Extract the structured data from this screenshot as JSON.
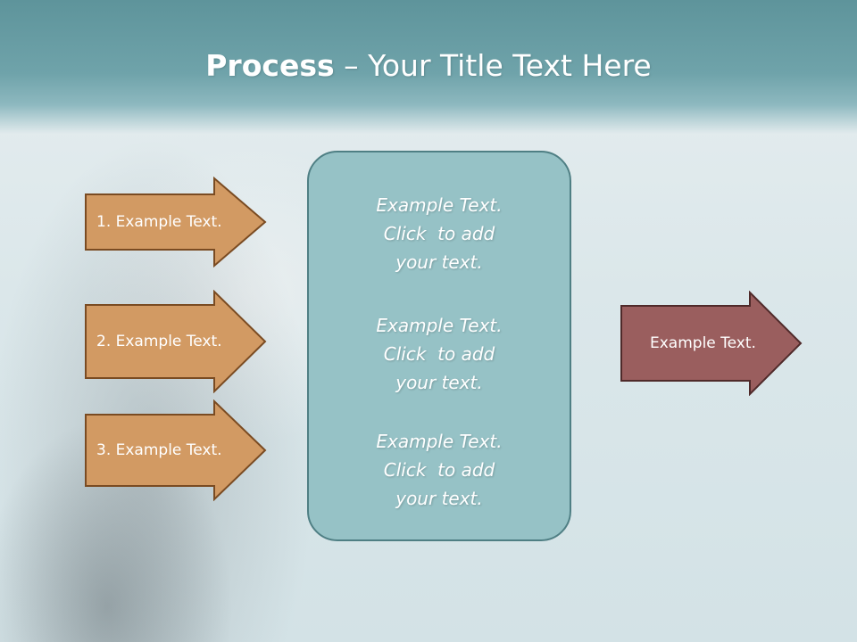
{
  "slide": {
    "title_bold": "Process",
    "title_rest": " – Your Title Text Here"
  },
  "left_arrows": [
    {
      "label": "1. Example Text."
    },
    {
      "label": "2. Example Text."
    },
    {
      "label": "3. Example Text."
    }
  ],
  "center_panel": {
    "blocks": [
      {
        "line1": "Example Text.",
        "line2": "Click  to add",
        "line3": "your text."
      },
      {
        "line1": "Example Text.",
        "line2": "Click  to add",
        "line3": "your text."
      },
      {
        "line1": "Example Text.",
        "line2": "Click  to add",
        "line3": "your text."
      }
    ]
  },
  "right_arrow": {
    "label": "Example Text."
  },
  "colors": {
    "header": "#6fa3aa",
    "left_arrow_fill": "#d29a63",
    "left_arrow_stroke": "#7a4b22",
    "right_arrow_fill": "#9a5e5e",
    "right_arrow_stroke": "#4f2a2a",
    "panel_fill": "#96c2c6",
    "panel_stroke": "#4f7f84"
  }
}
